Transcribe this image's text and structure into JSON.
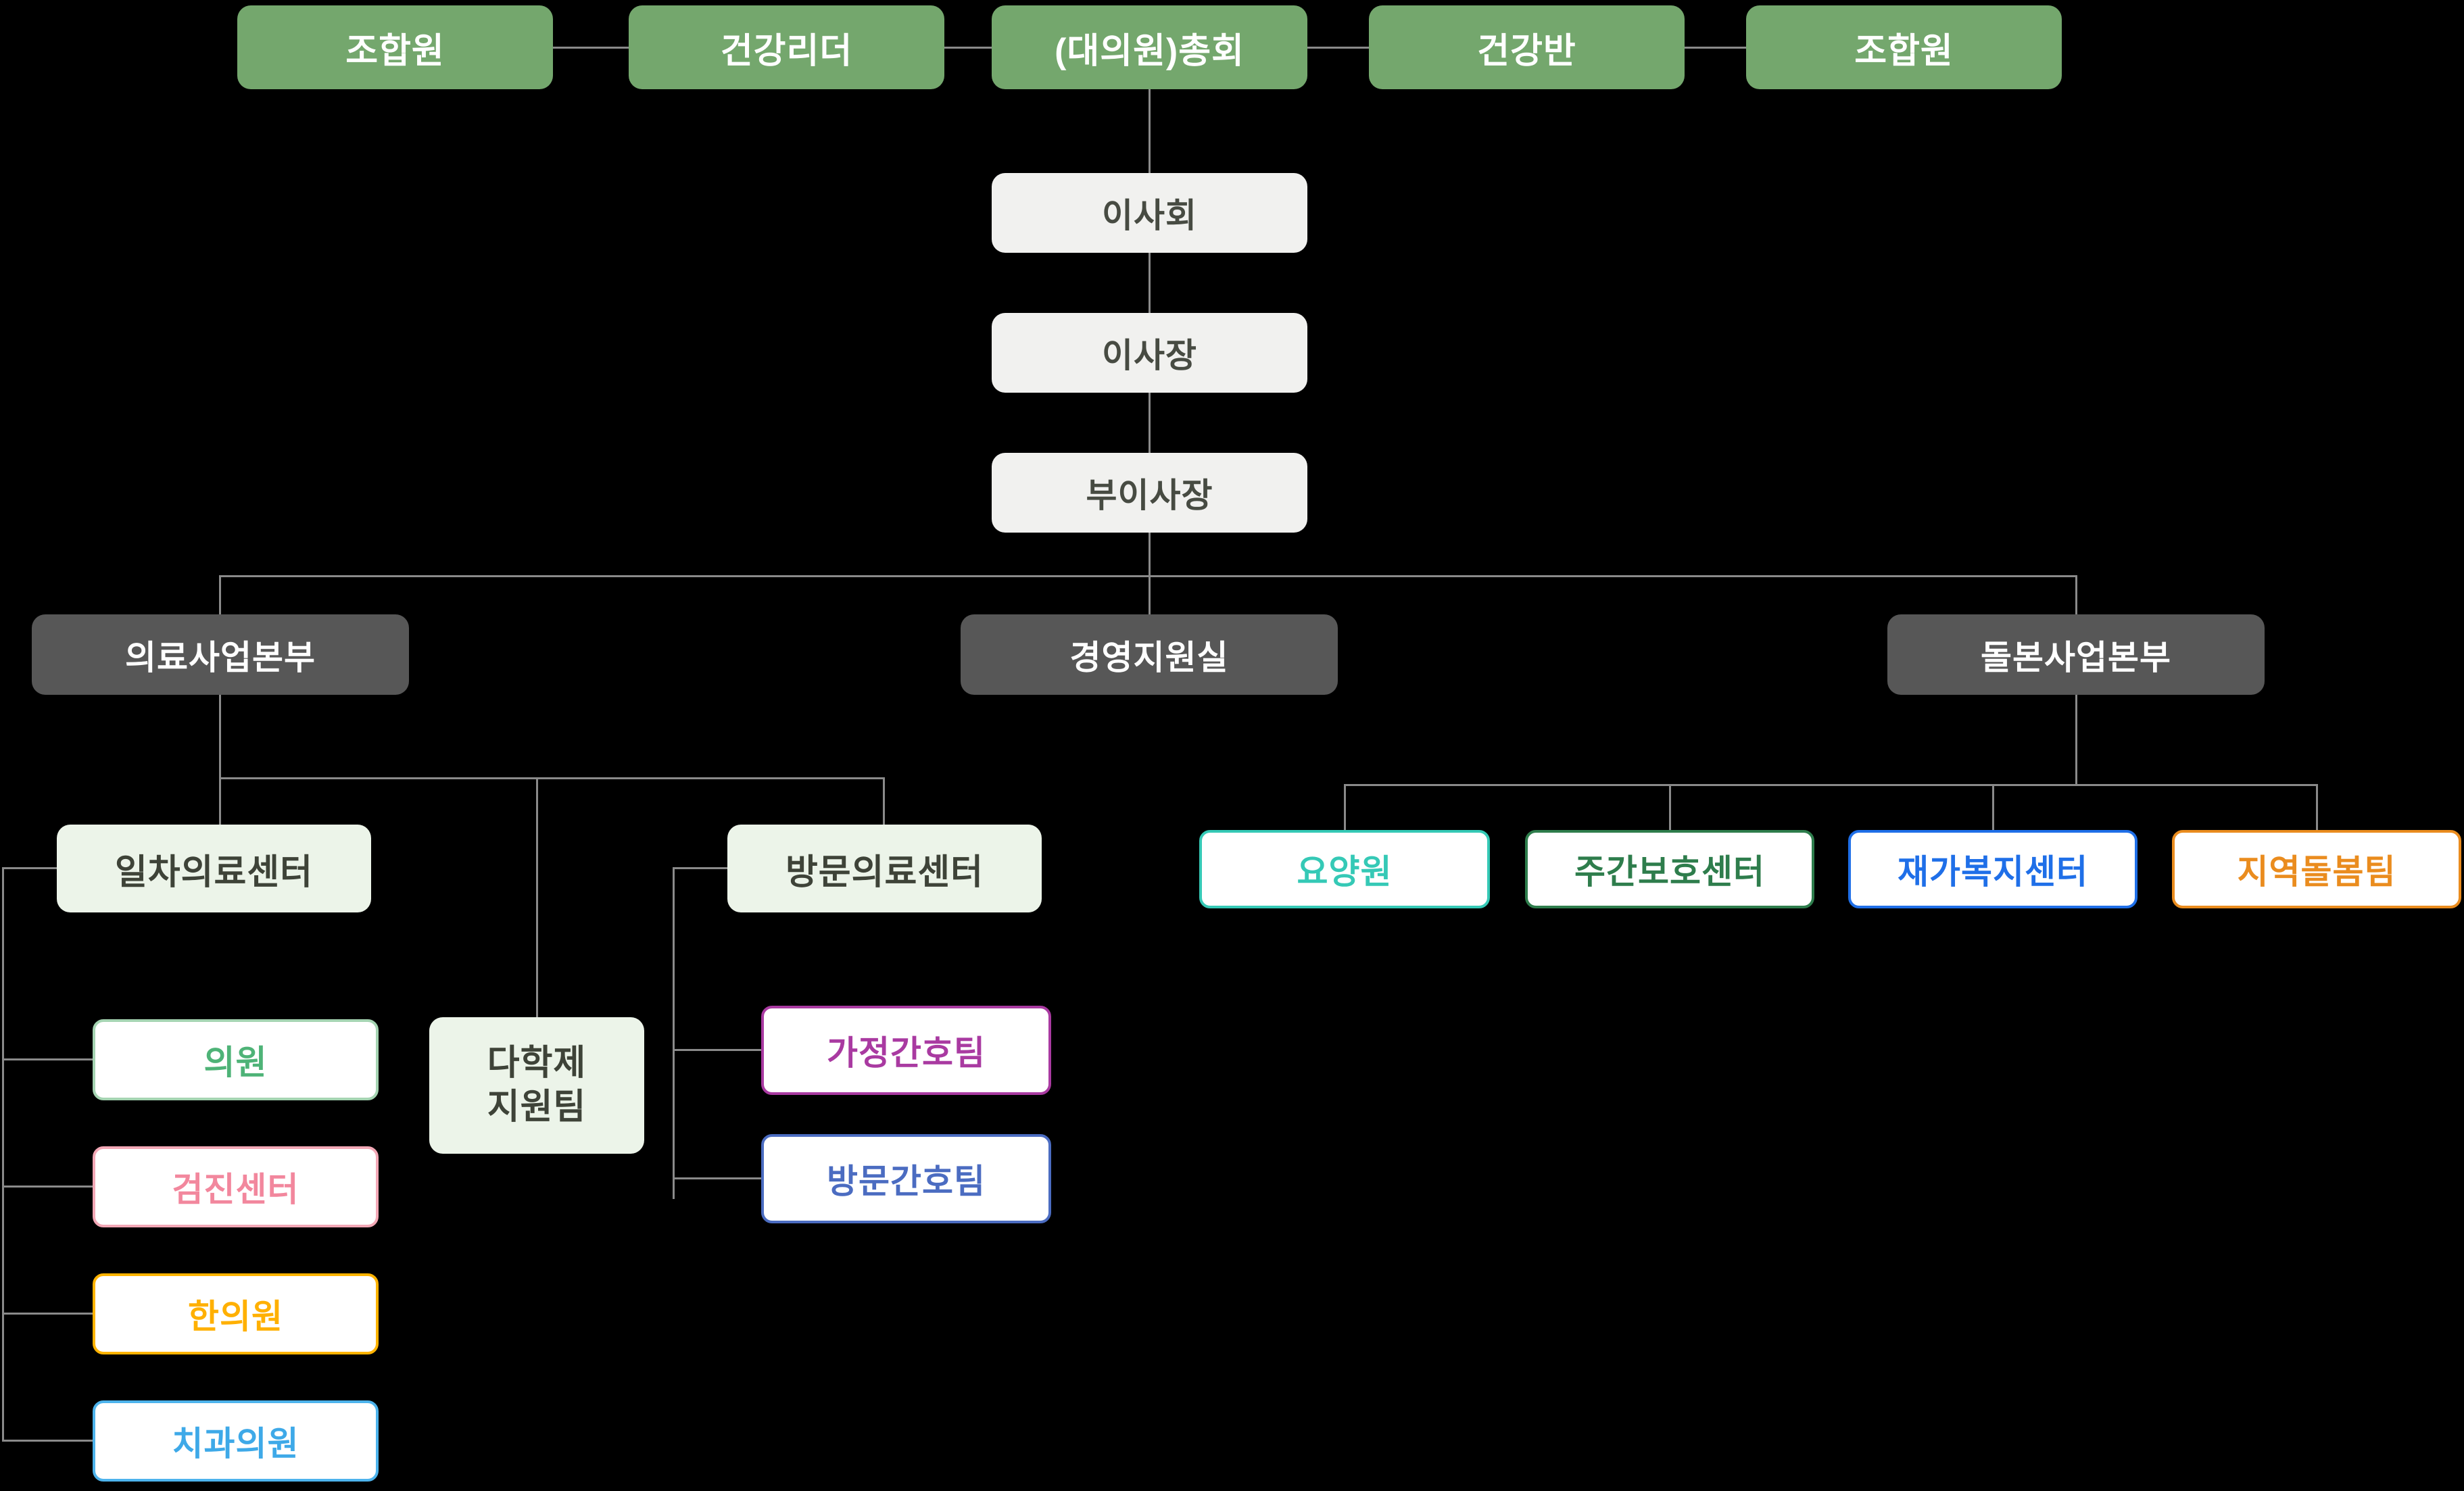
{
  "colors": {
    "background": "#000000",
    "connector": "#8a8a8a",
    "green_fill": "#74a76d",
    "on_green": "#ffffff",
    "gray_fill": "#f1f1ef",
    "gray_text": "#474b42",
    "darkgray_fill": "#575757",
    "on_dark": "#ffffff",
    "palegreen_fill": "#ecf4e9",
    "palegreen_text": "#3e4338"
  },
  "org": {
    "top_row": [
      {
        "label": "조합원"
      },
      {
        "label": "건강리더"
      },
      {
        "label": "(대의원)총회"
      },
      {
        "label": "건강반"
      },
      {
        "label": "조합원"
      }
    ],
    "governance": {
      "board": {
        "label": "이사회"
      },
      "chairman": {
        "label": "이사장"
      },
      "vice_chairman": {
        "label": "부이사장"
      }
    },
    "divisions": {
      "medical": {
        "label": "의료사업본부"
      },
      "management": {
        "label": "경영지원실"
      },
      "care": {
        "label": "돌본사업본부"
      }
    },
    "medical_branch": {
      "primary_center": {
        "label": "일차의료센터"
      },
      "multidisciplinary_team": {
        "line1": "다학제",
        "line2": "지원팀"
      },
      "visiting_center": {
        "label": "방문의료센터"
      },
      "primary_units": [
        {
          "label": "의원",
          "text_color": "#4eb377",
          "border_color": "#a5d4b2"
        },
        {
          "label": "검진센터",
          "text_color": "#f2879d",
          "border_color": "#f3a8b6"
        },
        {
          "label": "한의원",
          "text_color": "#ffb000",
          "border_color": "#ffb300"
        },
        {
          "label": "치과의원",
          "text_color": "#3ea9e8",
          "border_color": "#4db3ec"
        }
      ],
      "visiting_units": [
        {
          "label": "가정간호팀",
          "text_color": "#a93aa1",
          "border_color": "#a93aa1"
        },
        {
          "label": "방문간호팀",
          "text_color": "#4b6cc1",
          "border_color": "#4b6cc1"
        }
      ]
    },
    "care_branch": {
      "units": [
        {
          "label": "요양원",
          "text_color": "#35c9b6",
          "border_color": "#35c9b6"
        },
        {
          "label": "주간보호센터",
          "text_color": "#2e7d4c",
          "border_color": "#2e7d4c"
        },
        {
          "label": "재가복지센터",
          "text_color": "#1f6fe8",
          "border_color": "#1f6fe8"
        },
        {
          "label": "지역돌봄팀",
          "text_color": "#ea8c1e",
          "border_color": "#ea8c1e"
        }
      ]
    }
  }
}
